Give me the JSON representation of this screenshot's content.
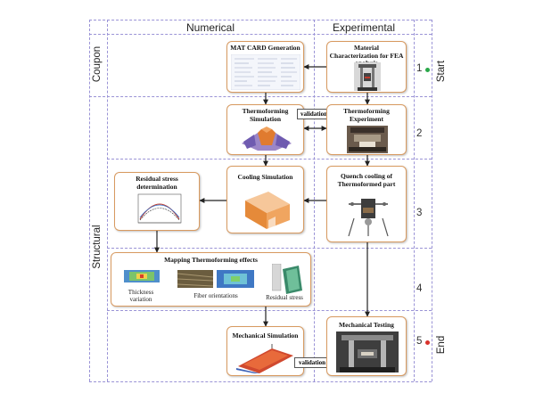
{
  "columns": {
    "numerical": "Numerical",
    "experimental": "Experimental"
  },
  "row_groups": {
    "coupon": "Coupon",
    "structural": "Structural"
  },
  "flow_markers": {
    "start": "Start",
    "end": "End"
  },
  "row_numbers": [
    "1",
    "2",
    "3",
    "4",
    "5"
  ],
  "boxes": {
    "mat_card": "MAT CARD Generation",
    "material_char": "Material Characterization for FEA analysis",
    "thermo_sim": "Thermoforming Simulation",
    "thermo_exp": "Thermoforming Experiment",
    "cooling_sim": "Cooling Simulation",
    "quench": "Quench cooling of Thermoformed part",
    "residual": "Residual stress determination",
    "mapping": "Mapping Thermoforming effects",
    "mech_testing": "Mechanical Testing",
    "mech_sim": "Mechanical Simulation"
  },
  "mapping_captions": {
    "thickness": "Thickness variation",
    "fiber": "Fiber orientations",
    "residual": "Residual stress"
  },
  "validation_labels": [
    "validation",
    "validation"
  ],
  "colors": {
    "box_border": "#d89a60",
    "guide": "#9a93d6",
    "start_dot": "#2aa84a",
    "end_dot": "#d9322b"
  }
}
